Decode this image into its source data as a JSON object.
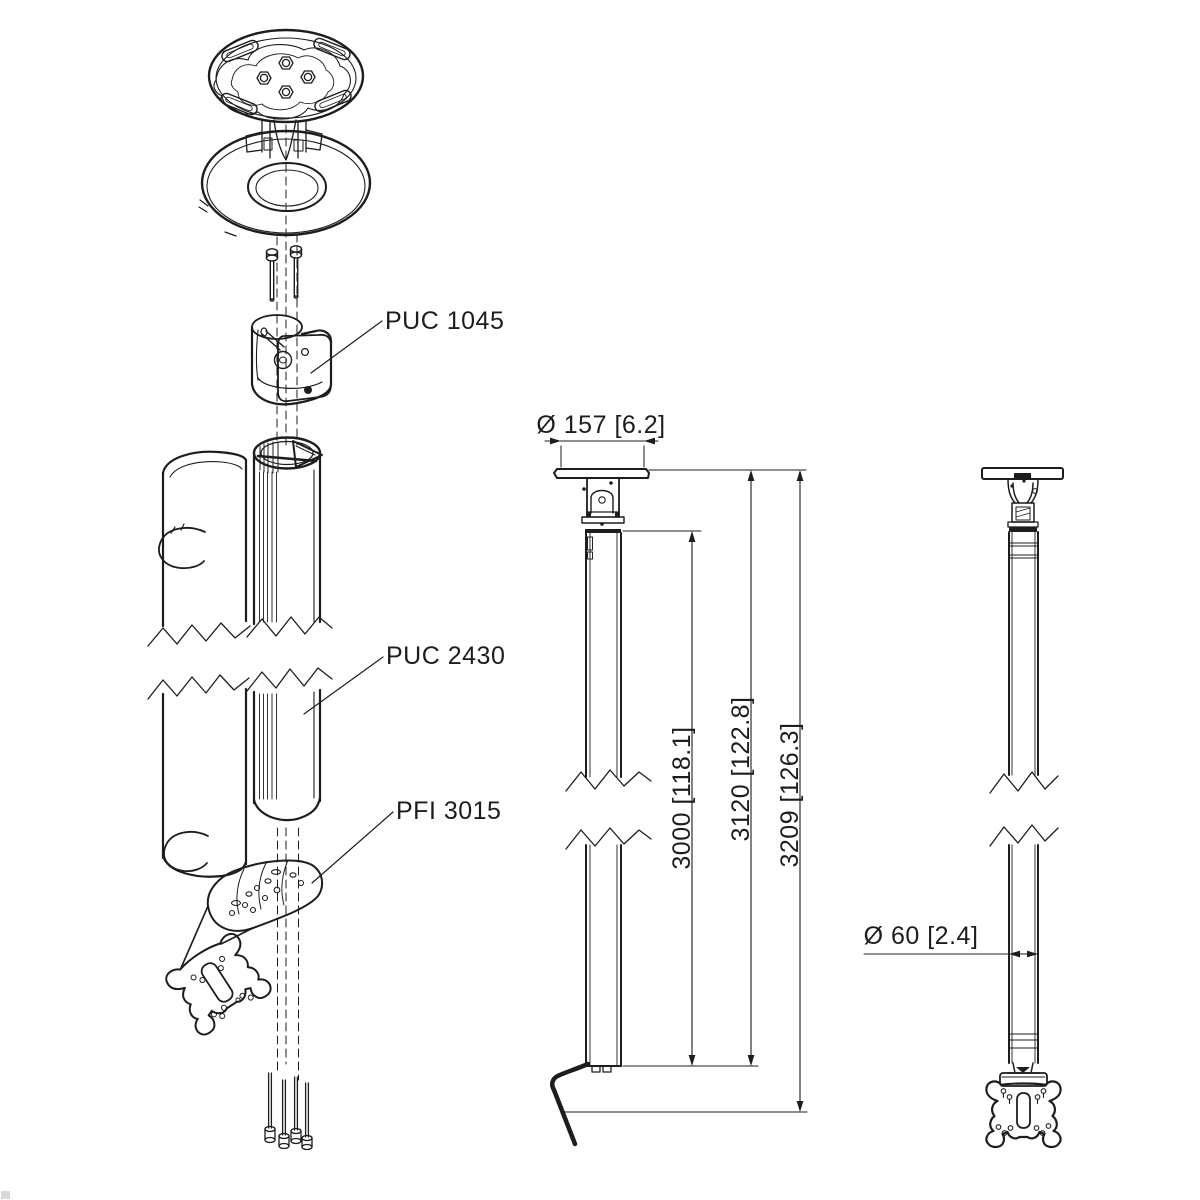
{
  "drawing": {
    "type": "technical-exploded-and-dimensioned-drawing",
    "background": "#ffffff",
    "line_color": "#1d1d1d",
    "part_labels": [
      {
        "id": "puc1045",
        "text": "PUC 1045"
      },
      {
        "id": "puc2430",
        "text": "PUC 2430"
      },
      {
        "id": "pfi3015",
        "text": "PFI 3015"
      }
    ],
    "dimensions": {
      "ceiling_plate_diameter": "Ø 157 [6.2]",
      "pole_length": "3000 [118.1]",
      "ceiling_to_pole_end": "3120 [122.8]",
      "overall_length": "3209 [126.3]",
      "tube_diameter": "Ø 60 [2.4]"
    }
  }
}
